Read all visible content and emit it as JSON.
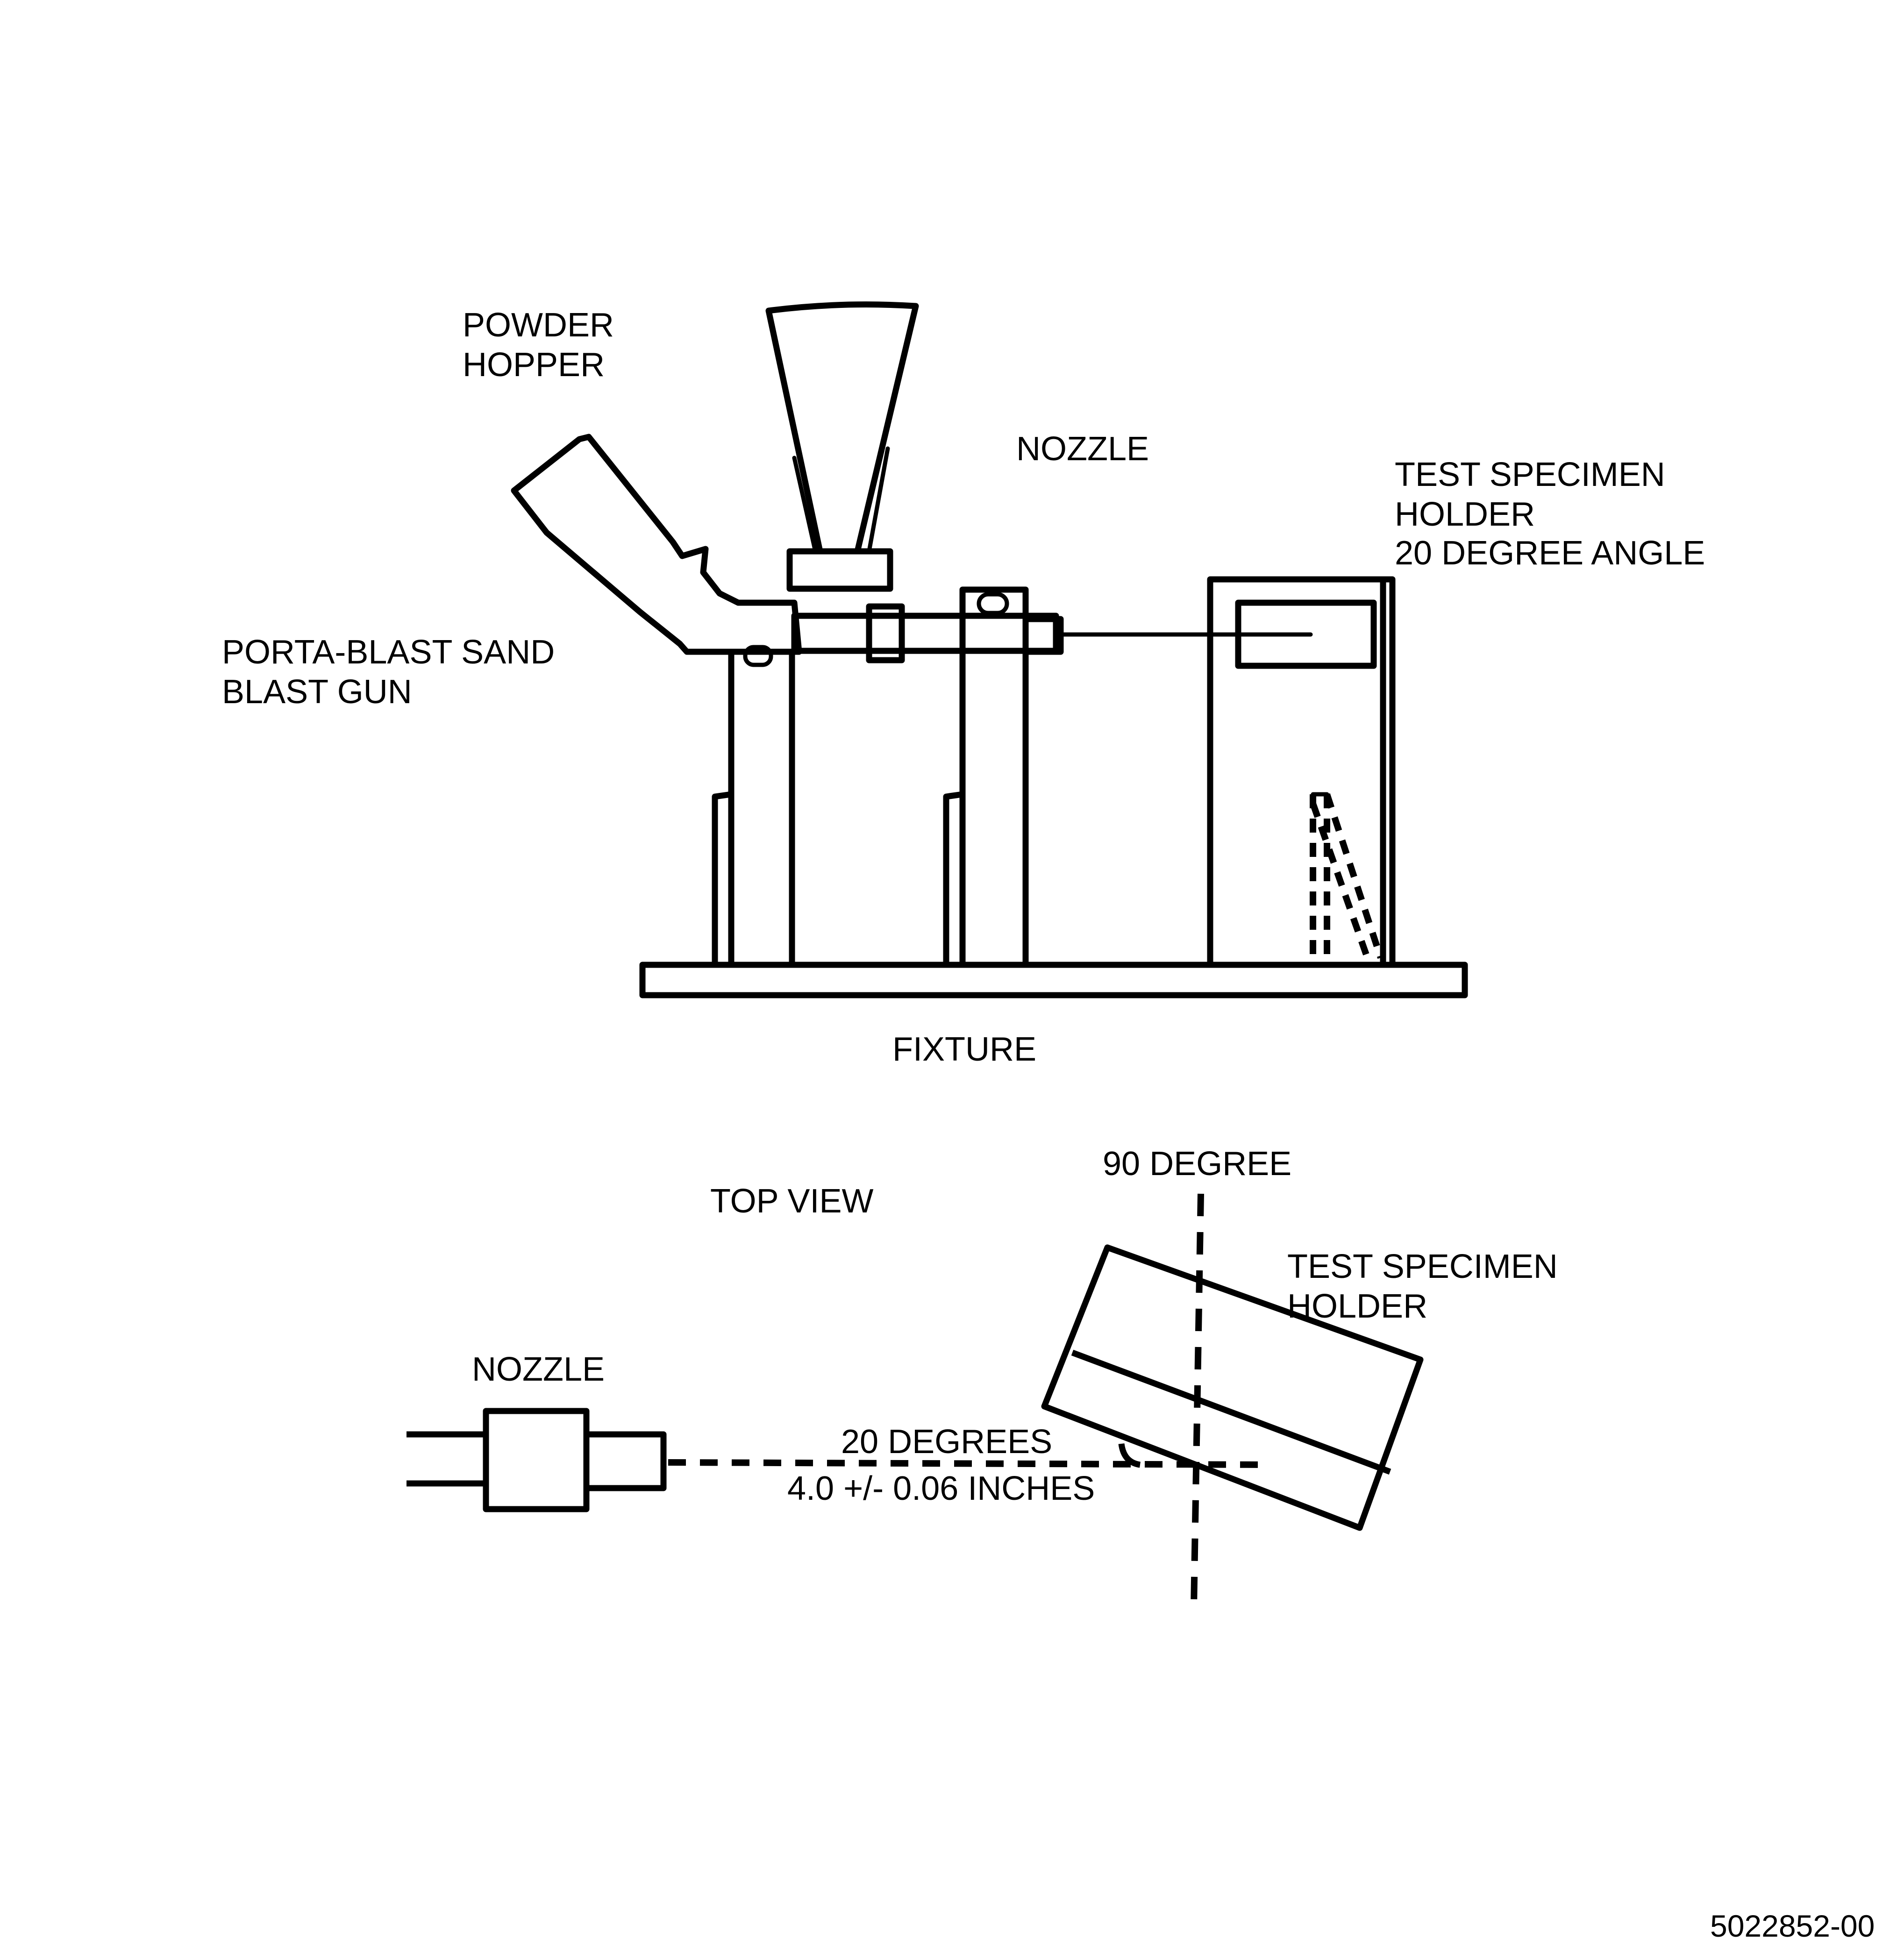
{
  "side_view": {
    "powder_hopper_label": [
      "POWDER",
      "HOPPER"
    ],
    "nozzle_label": "NOZZLE",
    "holder_label": [
      "TEST SPECIMEN",
      "HOLDER",
      "20 DEGREE ANGLE"
    ],
    "gun_label": [
      "PORTA-BLAST SAND",
      "BLAST GUN"
    ],
    "fixture_label": "FIXTURE"
  },
  "top_view": {
    "title": "TOP VIEW",
    "reference_label": "90 DEGREE",
    "holder_label": [
      "TEST SPECIMEN",
      "HOLDER"
    ],
    "nozzle_label": "NOZZLE",
    "angle_label": "20 DEGREES",
    "distance_label": "4.0 +/- 0.06 INCHES"
  },
  "figure_id": "5022852-00"
}
